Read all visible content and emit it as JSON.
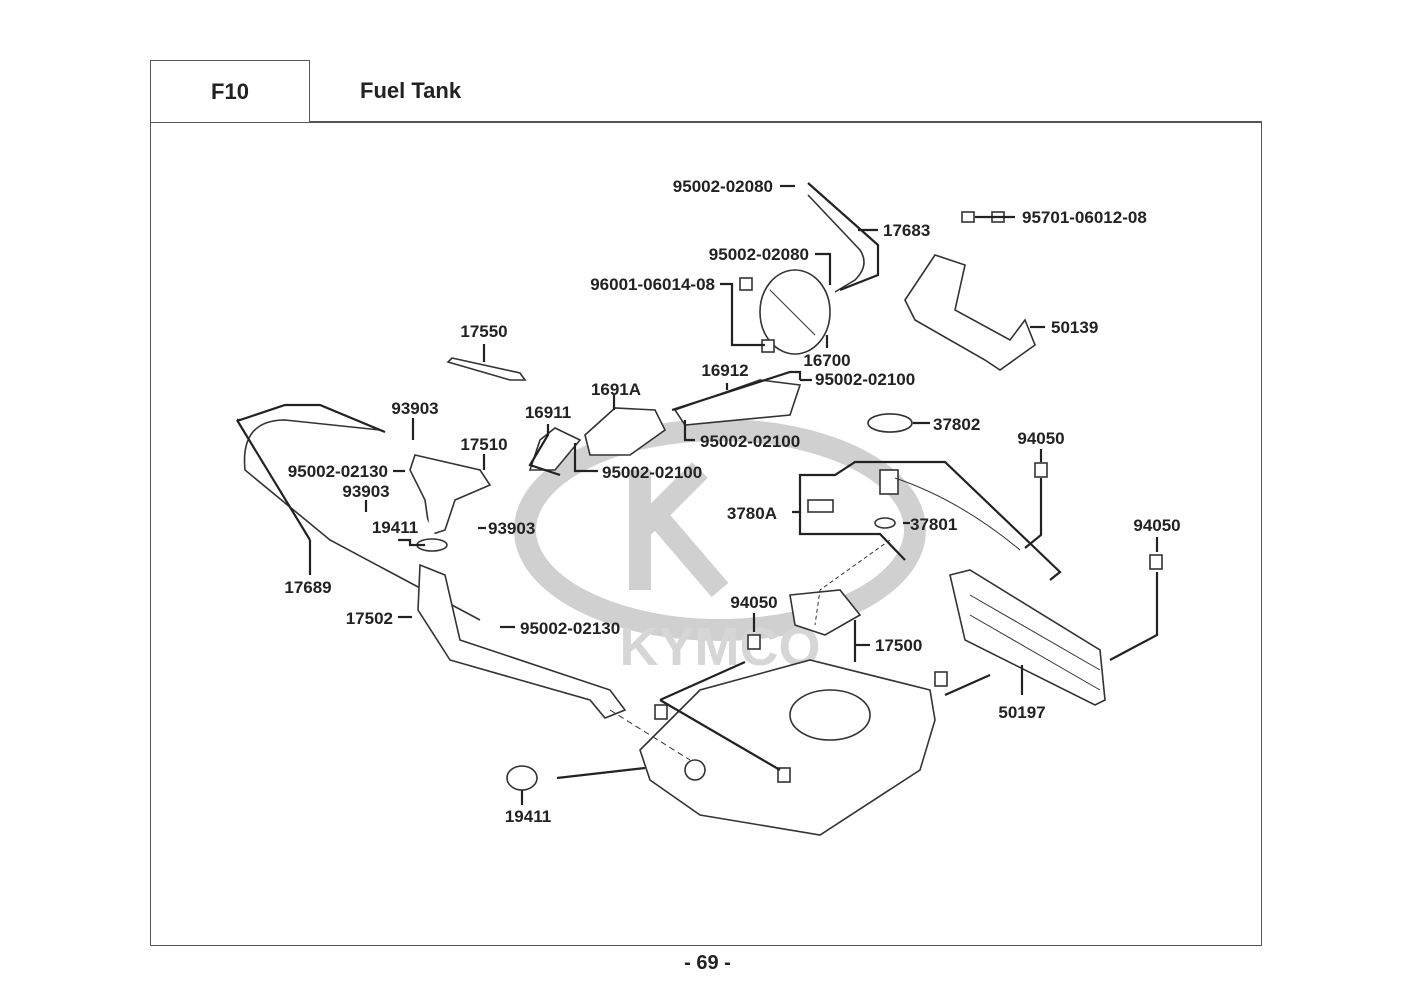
{
  "header": {
    "section_code": "F10",
    "title": "Fuel Tank"
  },
  "footer": {
    "page_number": "- 69 -"
  },
  "watermark": {
    "brand": "KYMCO"
  },
  "parts": [
    {
      "id": "p1",
      "number": "95002-02080"
    },
    {
      "id": "p2",
      "number": "17683"
    },
    {
      "id": "p3",
      "number": "95701-06012-08"
    },
    {
      "id": "p4",
      "number": "95002-02080"
    },
    {
      "id": "p5",
      "number": "96001-06014-08"
    },
    {
      "id": "p6",
      "number": "50139"
    },
    {
      "id": "p7",
      "number": "16700"
    },
    {
      "id": "p8",
      "number": "17550"
    },
    {
      "id": "p9",
      "number": "16912"
    },
    {
      "id": "p10",
      "number": "95002-02100"
    },
    {
      "id": "p11",
      "number": "1691A"
    },
    {
      "id": "p12",
      "number": "93903"
    },
    {
      "id": "p13",
      "number": "16911"
    },
    {
      "id": "p14",
      "number": "37802"
    },
    {
      "id": "p15",
      "number": "94050"
    },
    {
      "id": "p16",
      "number": "17510"
    },
    {
      "id": "p17",
      "number": "95002-02100"
    },
    {
      "id": "p18",
      "number": "95002-02130"
    },
    {
      "id": "p19",
      "number": "95002-02100"
    },
    {
      "id": "p20",
      "number": "93903"
    },
    {
      "id": "p21",
      "number": "3780A"
    },
    {
      "id": "p22",
      "number": "37801"
    },
    {
      "id": "p23",
      "number": "19411"
    },
    {
      "id": "p24",
      "number": "93903"
    },
    {
      "id": "p25",
      "number": "94050"
    },
    {
      "id": "p26",
      "number": "17689"
    },
    {
      "id": "p27",
      "number": "94050"
    },
    {
      "id": "p28",
      "number": "17502"
    },
    {
      "id": "p29",
      "number": "95002-02130"
    },
    {
      "id": "p30",
      "number": "17500"
    },
    {
      "id": "p31",
      "number": "50197"
    },
    {
      "id": "p32",
      "number": "19411"
    }
  ]
}
